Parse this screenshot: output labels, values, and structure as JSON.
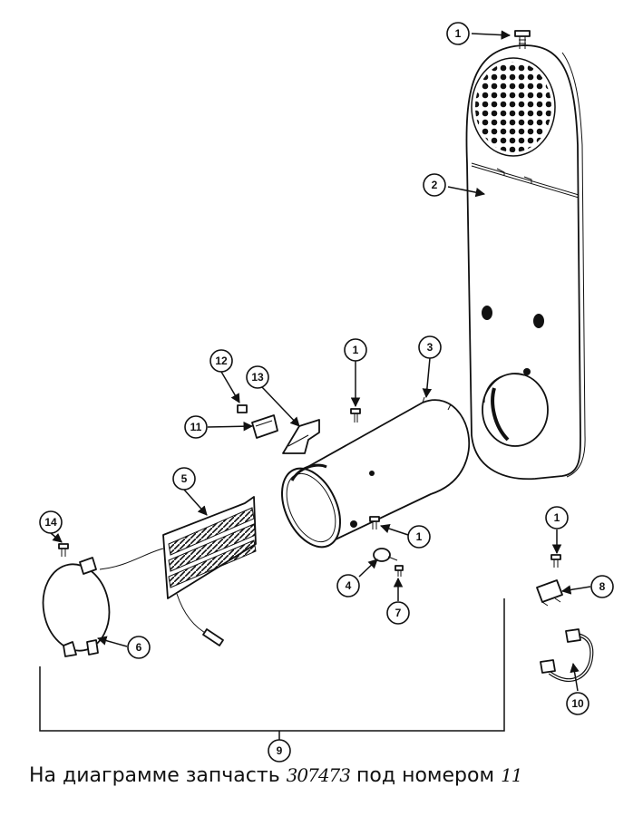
{
  "callouts": {
    "c1_top": "1",
    "c2": "2",
    "c3": "3",
    "c1_mid": "1",
    "c12": "12",
    "c13": "13",
    "c11": "11",
    "c5": "5",
    "c14": "14",
    "c6": "6",
    "c1_right": "1",
    "c4": "4",
    "c7": "7",
    "c1_far": "1",
    "c8": "8",
    "c10": "10",
    "c9": "9"
  },
  "caption": {
    "prefix": "На диаграмме запчасть",
    "part_number": "307473",
    "middle": "под номером",
    "item_number": "11"
  }
}
